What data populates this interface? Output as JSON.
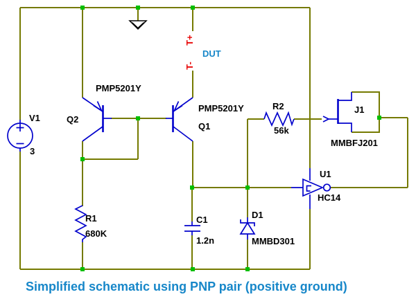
{
  "colors": {
    "background": "#FFFFFF",
    "wire": "#757A00",
    "component": "#0202CC",
    "junction": "#00BE00",
    "label": "#000000",
    "terminal": "#E80000",
    "annotation": "#1787C9"
  },
  "schematic": {
    "source": {
      "ref": "V1",
      "value": "3"
    },
    "q2": {
      "ref": "Q2",
      "part": "PMP5201Y"
    },
    "q1": {
      "ref": "Q1",
      "part": "PMP5201Y"
    },
    "r1": {
      "ref": "R1",
      "value": "680K"
    },
    "r2": {
      "ref": "R2",
      "value": "56k"
    },
    "c1": {
      "ref": "C1",
      "value": "1.2n"
    },
    "d1": {
      "ref": "D1",
      "part": "MMBD301"
    },
    "j1": {
      "ref": "J1",
      "part": "MMBFJ201"
    },
    "u1": {
      "ref": "U1",
      "part": "HC14"
    },
    "terminals": {
      "positive": "T+",
      "negative": "T-",
      "device": "DUT"
    }
  },
  "caption": "Simplified schematic using PNP pair (positive ground)"
}
